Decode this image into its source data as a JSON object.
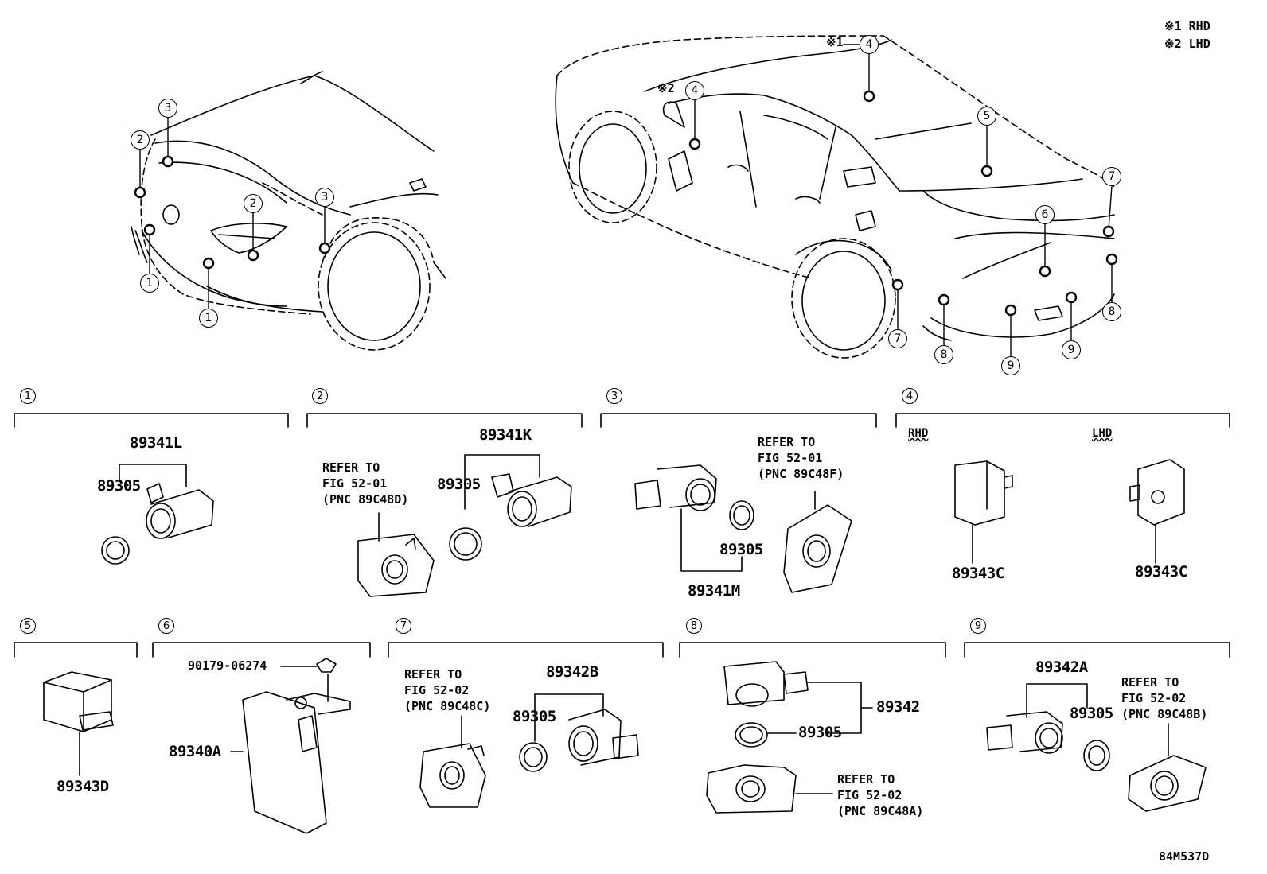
{
  "notes": {
    "n1": "※1 RHD",
    "n2": "※2 LHD",
    "code": "84M537D",
    "m1": "※1",
    "m2": "※2"
  },
  "sections": [
    {
      "num": "1"
    },
    {
      "num": "2"
    },
    {
      "num": "3"
    },
    {
      "num": "4"
    },
    {
      "num": "5"
    },
    {
      "num": "6"
    },
    {
      "num": "7"
    },
    {
      "num": "8"
    },
    {
      "num": "9"
    }
  ],
  "callouts": {
    "front": [
      "3",
      "2",
      "2",
      "3",
      "1",
      "1"
    ],
    "rear": [
      "4",
      "4",
      "5",
      "7",
      "6",
      "7",
      "8",
      "8",
      "9",
      "9"
    ]
  },
  "parts": {
    "s1_main": "89341L",
    "s1_sub": "89305",
    "s2_main": "89341K",
    "s2_sub": "89305",
    "s2_ref": "REFER TO\nFIG 52-01\n(PNC 89C48D)",
    "s3_main": "89341M",
    "s3_sub": "89305",
    "s3_ref": "REFER TO\nFIG 52-01\n(PNC 89C48F)",
    "s4_rhd": "RHD",
    "s4_lhd": "LHD",
    "s4_a": "89343C",
    "s4_b": "89343C",
    "s5_main": "89343D",
    "s6_bolt": "90179-06274",
    "s6_main": "89340A",
    "s7_main": "89342B",
    "s7_sub": "89305",
    "s7_ref": "REFER TO\nFIG 52-02\n(PNC 89C48C)",
    "s8_main": "89342",
    "s8_sub": "89305",
    "s8_ref": "REFER TO\nFIG 52-02\n(PNC 89C48A)",
    "s9_main": "89342A",
    "s9_sub": "89305",
    "s9_ref": "REFER TO\nFIG 52-02\n(PNC 89C48B)"
  }
}
